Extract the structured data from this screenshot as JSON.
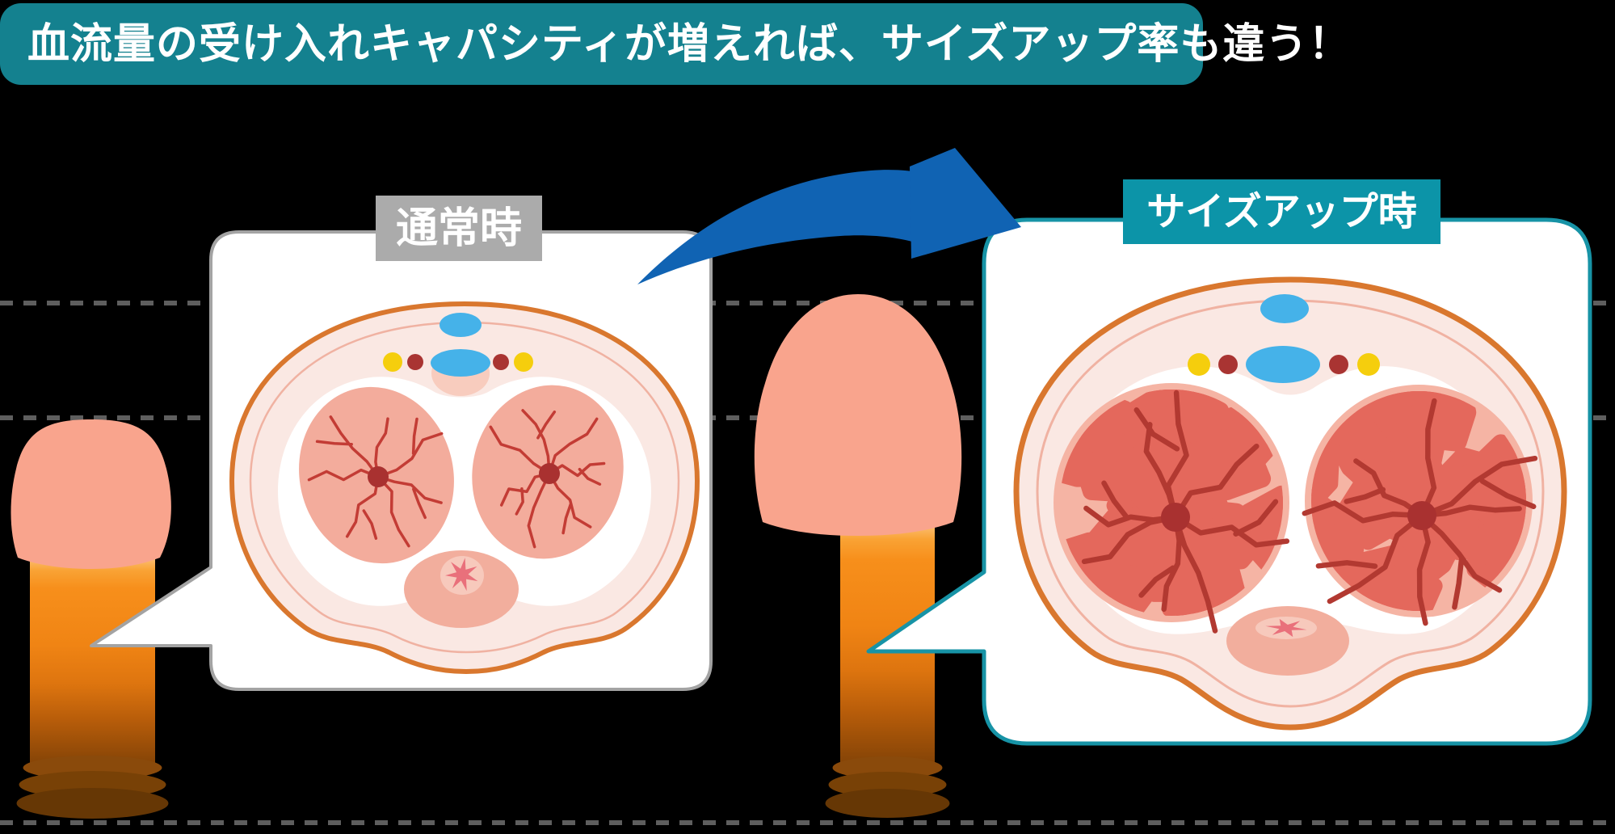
{
  "banner": {
    "title": "血流量の受け入れキャパシティが増えれば、サイズアップ率も違う！",
    "bg_color": "#14818F"
  },
  "comparison": {
    "before": {
      "label": "通常時",
      "label_bg": "#ABABAB",
      "box_border": "#A3A3A3"
    },
    "after": {
      "label": "サイズアップ時",
      "label_bg": "#0C94A8",
      "box_border": "#1793A6"
    }
  },
  "guides": {
    "dash_color": "#5E5E5E",
    "lines_y": [
      375,
      517,
      1018
    ]
  },
  "colors": {
    "arrow_blue": "#1063B3",
    "outline_orange": "#D9772E",
    "section_bg_pink": "#FAE8E3",
    "inner_line_pink": "#F0B2A2",
    "tissue_salmon": "#F3AC9C",
    "tissue_salmon_right": "#F5B4A4",
    "engorged_blob": "#E4685C",
    "vessel_thin": "#C33C35",
    "vessel_thick": "#B23931",
    "artery_dot": "#A93130",
    "vein_blue": "#45B2E9",
    "nerve_yellow": "#F5CE0D",
    "small_artery_red": "#A93432",
    "septum_pink": "#F8CCBE",
    "urethra_ring": "#F2AE9D",
    "urethra_inner": "#F7C9BC",
    "urethra_star": "#E9707B",
    "glans_skin": "#F9A48D"
  }
}
